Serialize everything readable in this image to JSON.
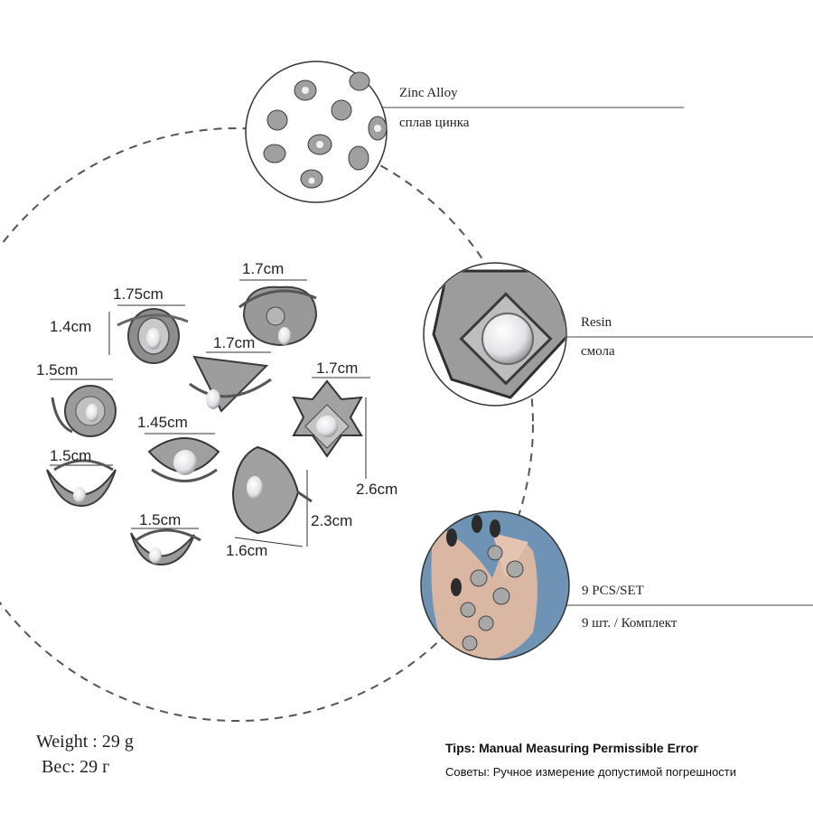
{
  "colors": {
    "ring_metal": "#9a9a9a",
    "ring_dark": "#4a4a4a",
    "stone": "#e8e8ea",
    "skin": "#d9b7a3",
    "nail": "#2b2b2b",
    "sleeve": "#6f93b5"
  },
  "icons": [
    "ring-illustration",
    "resin-stone-closeup",
    "hand-wearing-rings"
  ],
  "materials": [
    {
      "en": "Zinc Alloy",
      "ru": "сплав цинка"
    },
    {
      "en": "Resin",
      "ru": "смола"
    },
    {
      "en": "9 PCS/SET",
      "ru": "9 шт. / Комплект"
    }
  ],
  "dimensions": {
    "d1": "1.75cm",
    "d2": "1.4cm",
    "d3": "1.7cm",
    "d4": "1.7cm",
    "d5": "1.7cm",
    "d6": "1.5cm",
    "d7": "1.45cm",
    "d8": "1.5cm",
    "d9": "2.6cm",
    "d10": "2.3cm",
    "d11": "1.5cm",
    "d12": "1.6cm"
  },
  "weight": {
    "en": "Weight : 29 g",
    "ru": "Вес: 29 г"
  },
  "tips": {
    "en": "Tips: Manual Measuring Permissible Error",
    "ru": "Советы: Ручное измерение допустимой погрешности"
  }
}
